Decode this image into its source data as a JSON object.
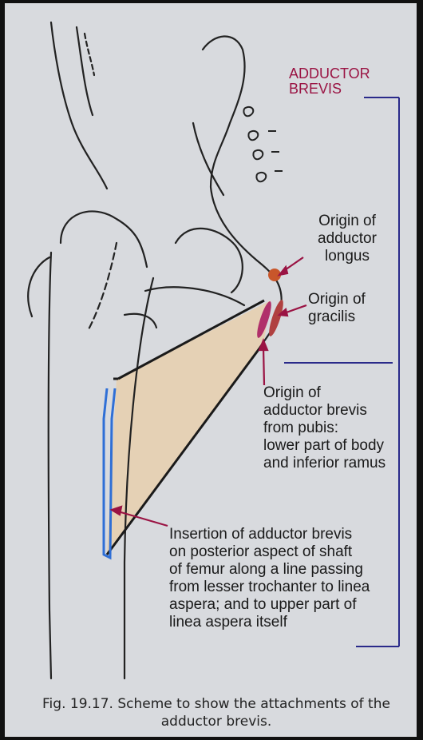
{
  "title": [
    "ADDUCTOR",
    "BREVIS"
  ],
  "labels": {
    "origin_longus": [
      "Origin of",
      "adductor",
      "longus"
    ],
    "origin_gracilis": [
      "Origin of",
      "gracilis"
    ],
    "origin_brevis": [
      "Origin of",
      "adductor brevis",
      "from pubis:",
      "lower part of body",
      "and inferior ramus"
    ],
    "insertion": [
      "Insertion of adductor brevis",
      "on posterior aspect of shaft",
      "of femur along a line passing",
      "from lesser trochanter to linea",
      "aspera; and to upper part of",
      "linea aspera itself"
    ]
  },
  "caption": [
    "Fig. 19.17. Scheme to show the attachments of the",
    "adductor brevis."
  ],
  "colors": {
    "title": "#9a1343",
    "muscle": "#e8cfae",
    "insertion_line": "#2f6fd6",
    "arrow": "#9a1343",
    "bracket": "#2a2a8a"
  }
}
